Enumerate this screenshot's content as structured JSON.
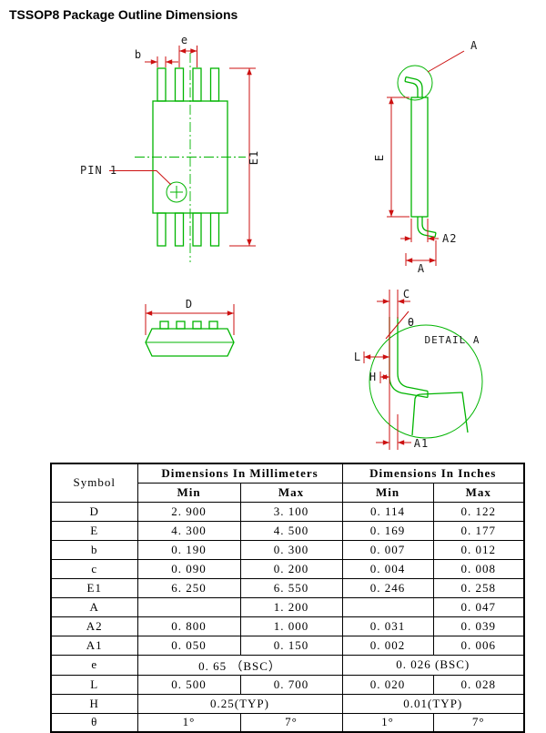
{
  "title": "TSSOP8 Package Outline Dimensions",
  "drawing": {
    "colors": {
      "outline": "#00b400",
      "dimension": "#cc1111",
      "text": "#1a1a1a"
    },
    "labels": {
      "pin1": "PIN 1",
      "e": "e",
      "b": "b",
      "e1": "E1",
      "a_callout": "A",
      "e_side": "E",
      "a2": "A2",
      "a_overall": "A",
      "d": "D",
      "c": "C",
      "theta": "θ",
      "detail_a": "DETAIL A",
      "l": "L",
      "h": "H",
      "a1": "A1"
    }
  },
  "table": {
    "header": {
      "symbol": "Symbol",
      "mm": "Dimensions In Millimeters",
      "inch": "Dimensions In Inches",
      "min": "Min",
      "max": "Max"
    },
    "rows": [
      {
        "symbol": "D",
        "mm_min": "2. 900",
        "mm_max": "3. 100",
        "in_min": "0. 114",
        "in_max": "0. 122"
      },
      {
        "symbol": "E",
        "mm_min": "4. 300",
        "mm_max": "4. 500",
        "in_min": "0. 169",
        "in_max": "0. 177"
      },
      {
        "symbol": "b",
        "mm_min": "0. 190",
        "mm_max": "0. 300",
        "in_min": "0. 007",
        "in_max": "0. 012"
      },
      {
        "symbol": "c",
        "mm_min": "0. 090",
        "mm_max": "0. 200",
        "in_min": "0. 004",
        "in_max": "0. 008"
      },
      {
        "symbol": "E1",
        "mm_min": "6. 250",
        "mm_max": "6. 550",
        "in_min": "0. 246",
        "in_max": "0. 258"
      },
      {
        "symbol": "A",
        "mm_min": "",
        "mm_max": "1. 200",
        "in_min": "",
        "in_max": "0. 047"
      },
      {
        "symbol": "A2",
        "mm_min": "0. 800",
        "mm_max": "1. 000",
        "in_min": "0. 031",
        "in_max": "0. 039"
      },
      {
        "symbol": "A1",
        "mm_min": "0. 050",
        "mm_max": "0. 150",
        "in_min": "0. 002",
        "in_max": "0. 006"
      },
      {
        "symbol": "e",
        "mm_span": "0. 65 （BSC）",
        "in_span": "0. 026 (BSC)"
      },
      {
        "symbol": "L",
        "mm_min": "0. 500",
        "mm_max": "0. 700",
        "in_min": "0. 020",
        "in_max": "0. 028"
      },
      {
        "symbol": "H",
        "mm_span": "0.25(TYP)",
        "in_span": "0.01(TYP)"
      },
      {
        "symbol": "θ",
        "mm_min": "1°",
        "mm_max": "7°",
        "in_min": "1°",
        "in_max": "7°"
      }
    ]
  }
}
